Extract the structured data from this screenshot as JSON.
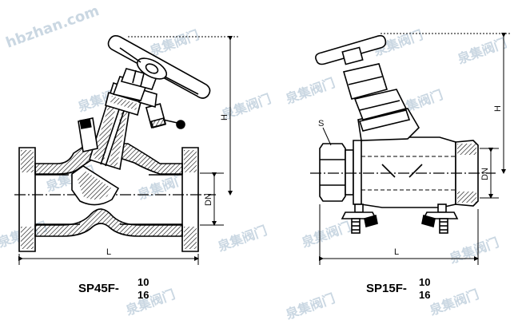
{
  "watermark": {
    "url_text": "hbzhan.com",
    "brand_text": "泉集阀门"
  },
  "left_valve": {
    "model_prefix": "SP45F-",
    "pressure_top": "10",
    "pressure_bottom": "16",
    "dim_length": "L",
    "dim_height": "H",
    "dim_nominal": "DN"
  },
  "right_valve": {
    "model_prefix": "SP15F-",
    "pressure_top": "10",
    "pressure_bottom": "16",
    "dim_length": "L",
    "dim_height": "H",
    "dim_nominal": "DN",
    "dim_s": "S"
  }
}
